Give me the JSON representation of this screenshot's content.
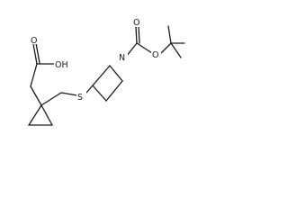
{
  "molecule": {
    "atoms": {
      "oh_label": "OH",
      "carbonyl_o_acid_label": "O",
      "sulfur_label": "S",
      "nitrogen_label": "N",
      "carbonyl_o_boc_label": "O",
      "ester_o_label": "O"
    }
  }
}
